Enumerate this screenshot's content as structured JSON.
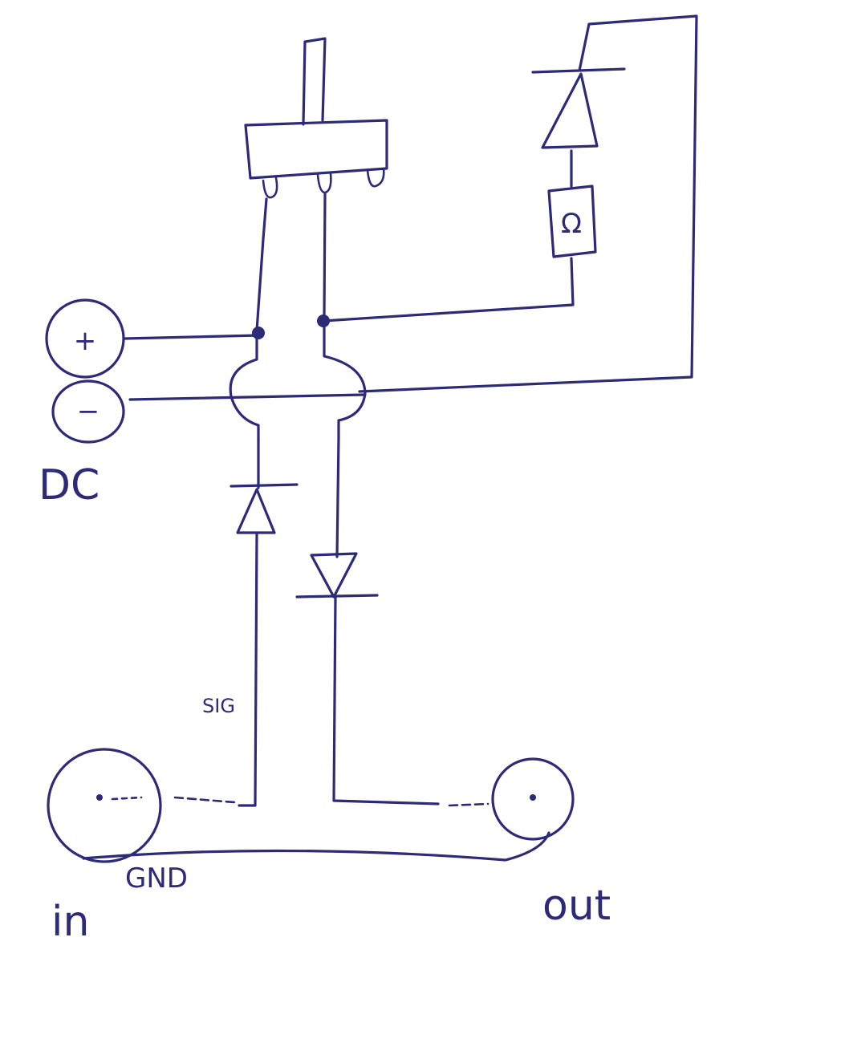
{
  "labels": {
    "dc": "DC",
    "plus": "+",
    "minus": "−",
    "ohm": "Ω",
    "sig": "SIG",
    "gnd": "GND",
    "in": "in",
    "out": "out"
  },
  "colors": {
    "ink": "#2d2a78",
    "paper": "#ffffff"
  }
}
